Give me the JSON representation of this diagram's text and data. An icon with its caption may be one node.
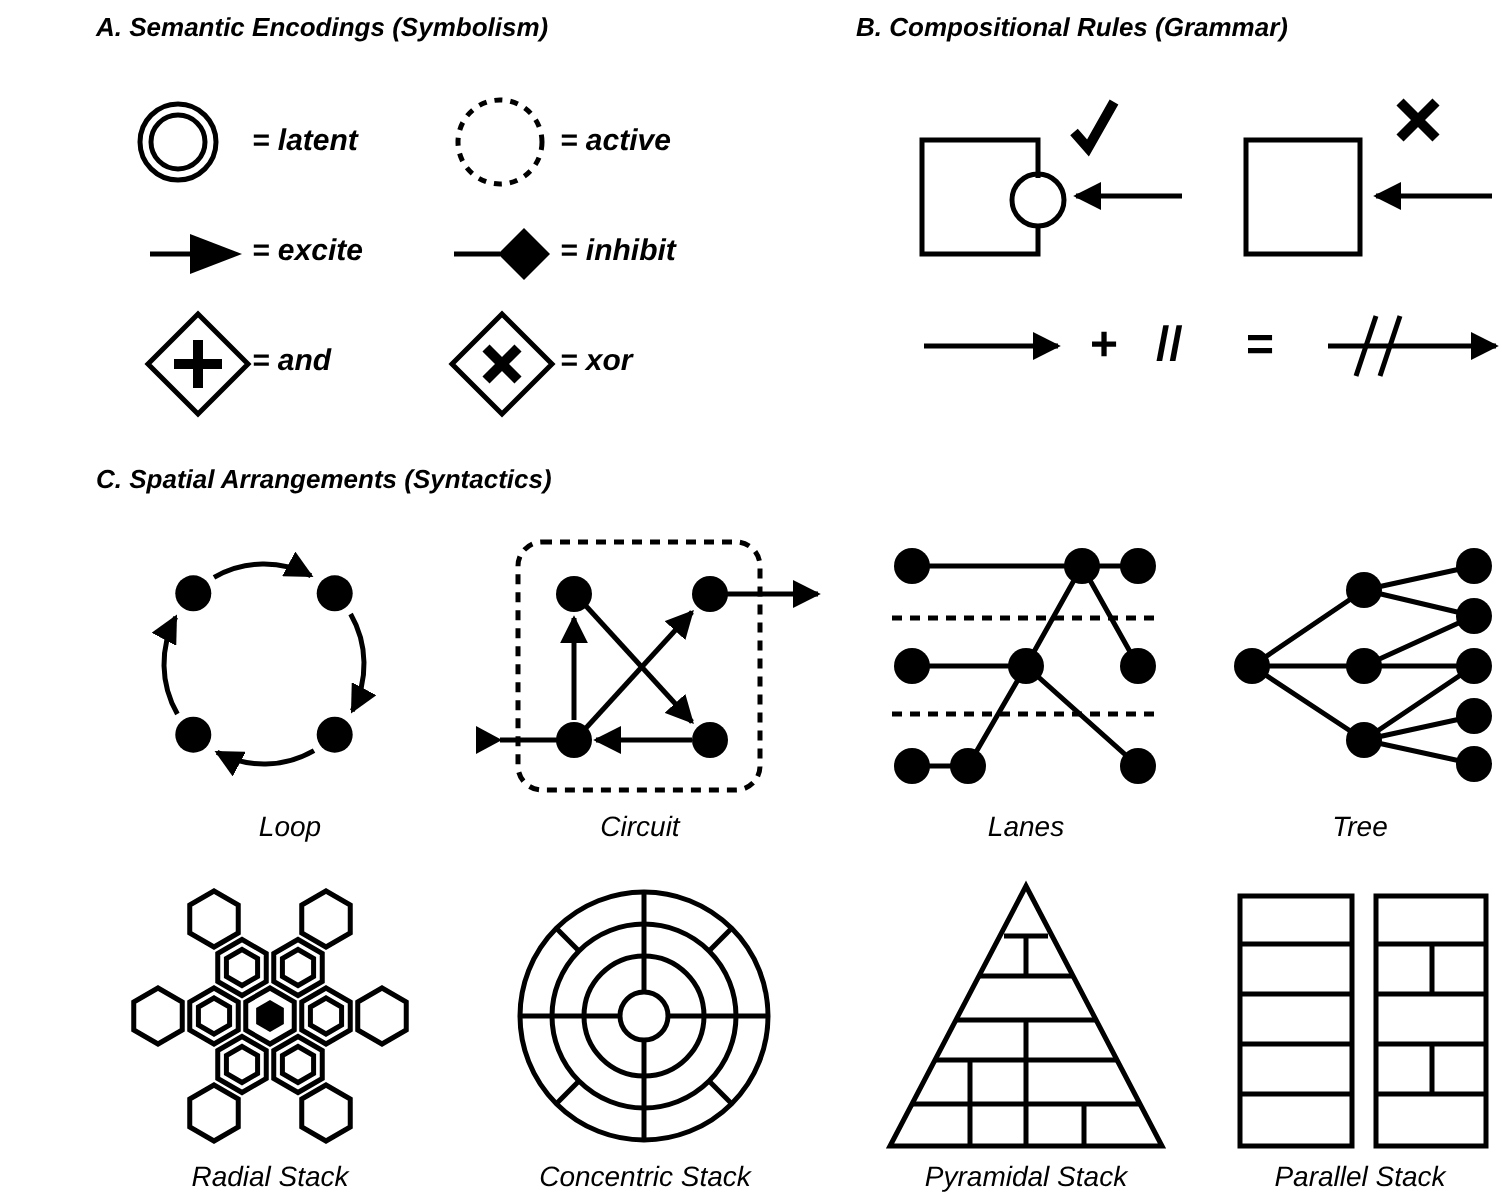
{
  "diagram": {
    "labels": [
      "A. Semantic Encodings (Symbolism)",
      "B. Compositional Rules (Grammar)",
      "+",
      "//",
      "=",
      "C. Spatial Arrangements (Syntactics)",
      "Loop",
      "Circuit",
      "Lanes",
      "Tree",
      "Radial Stack",
      "Concentric Stack",
      "Pyramidal Stack",
      "Parallel Stack"
    ],
    "legend": [
      {
        "text": "= latent"
      },
      {
        "text": "= active"
      },
      {
        "text": "= excite"
      },
      {
        "text": "= inhibit"
      },
      {
        "text": "= and"
      },
      {
        "text": "= xor"
      }
    ]
  }
}
